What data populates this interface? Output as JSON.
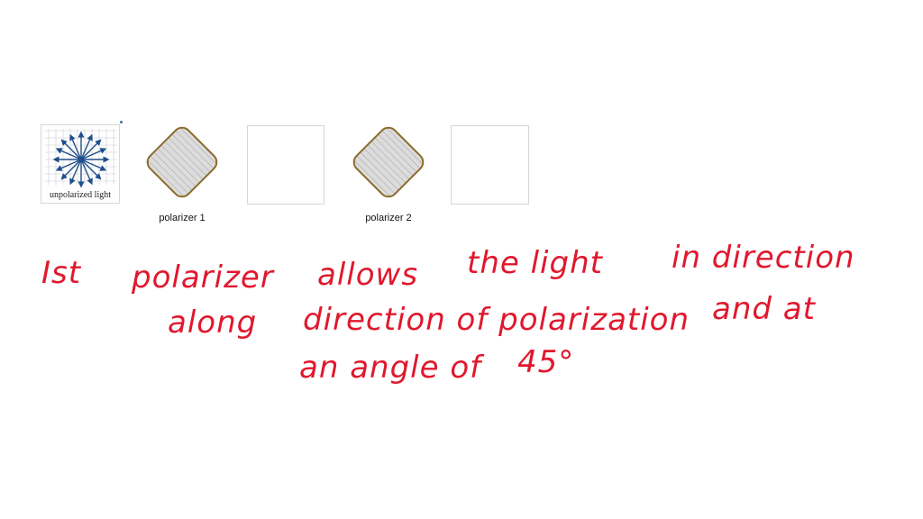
{
  "figure": {
    "unpolarized_label": "unpolarized light",
    "polarizer1_label": "polarizer 1",
    "polarizer2_label": "polarizer 2"
  },
  "handwriting": {
    "color": "#e0182d",
    "line1": {
      "w1": "Ist",
      "w2": "polarizer",
      "w3": "allows",
      "w4": "the light",
      "w5": "in direction"
    },
    "line2": {
      "w1": "along",
      "w2": "direction of polarization",
      "w3": "and at"
    },
    "line3": {
      "w1": "an angle of",
      "w2": "45°"
    }
  }
}
